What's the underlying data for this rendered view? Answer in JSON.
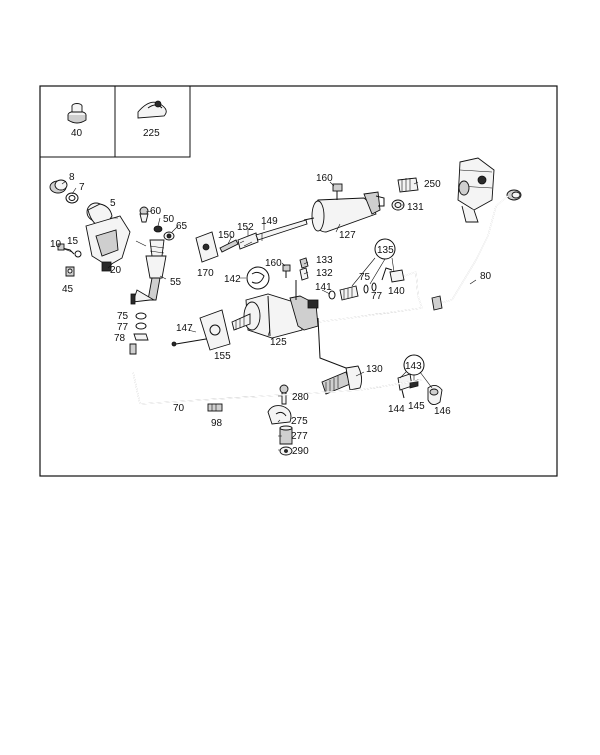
{
  "diagram": {
    "inset_callouts": [
      "40",
      "225"
    ],
    "callouts": {
      "c8": "8",
      "c7": "7",
      "c5": "5",
      "c60": "60",
      "c50": "50",
      "c65": "65",
      "c10": "10",
      "c15": "15",
      "c20": "20",
      "c45": "45",
      "c55": "55",
      "c170": "170",
      "c150": "150",
      "c152": "152",
      "c149": "149",
      "c160a": "160",
      "c250": "250",
      "c131": "131",
      "c127": "127",
      "c142": "142",
      "c160b": "160",
      "c133": "133",
      "c132": "132",
      "c141": "141",
      "c135": "135",
      "c75a": "75",
      "c77a": "77",
      "c140": "140",
      "c80": "80",
      "c75b": "75",
      "c77b": "77",
      "c78": "78",
      "c147": "147",
      "c155": "155",
      "c125": "125",
      "c130": "130",
      "c143": "143",
      "c144": "144",
      "c145": "145",
      "c146": "146",
      "c70": "70",
      "c98": "98",
      "c280": "280",
      "c275": "275",
      "c277": "277",
      "c290": "290"
    }
  }
}
